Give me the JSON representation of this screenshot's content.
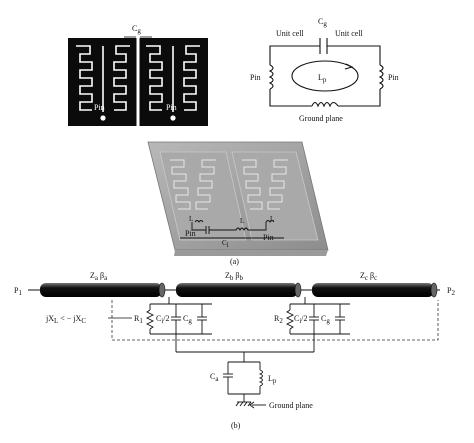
{
  "figure": {
    "panel_a": {
      "caption": "(a)",
      "top_left_layout": {
        "gap_label": "C",
        "gap_sub": "g",
        "pin_left": "Pin",
        "pin_right": "Pin"
      },
      "top_right_circuit": {
        "cg_label": "C",
        "cg_sub": "g",
        "unit_cell_left": "Unit cell",
        "unit_cell_right": "Unit cell",
        "pin_left": "Pin",
        "pin_right": "Pin",
        "lp_label": "L",
        "lp_sub": "p",
        "ground_label": "Ground plane"
      },
      "perspective": {
        "l_left": "L",
        "l_center": "L",
        "l_right": "L",
        "pin_left": "Pin",
        "pin_right": "Pin",
        "c_label": "C",
        "c_sub": "i"
      }
    },
    "panel_b": {
      "caption": "(b)",
      "port_left": "P",
      "port_left_sub": "1",
      "port_right": "P",
      "port_right_sub": "2",
      "lines": [
        {
          "z": "Z",
          "z_sub": "a",
          "beta": "β",
          "beta_sub": "a"
        },
        {
          "z": "Z",
          "z_sub": "b",
          "beta": "β",
          "beta_sub": "b"
        },
        {
          "z": "Z",
          "z_sub": "c",
          "beta": "β",
          "beta_sub": "c"
        }
      ],
      "r_left": "R",
      "r_left_sub": "1",
      "r_right": "R",
      "r_right_sub": "2",
      "ci_half": "C",
      "ci_half_sub": "i",
      "ci_half_tail": "/2",
      "cg": "C",
      "cg_sub": "g",
      "condition": {
        "jx": "jX",
        "jx_sub": "L",
        "rel": " < − jX",
        "xc_sub": "C"
      },
      "ca": "C",
      "ca_sub": "a",
      "lp": "L",
      "lp_sub": "p",
      "ground_label": "Ground plane"
    }
  }
}
